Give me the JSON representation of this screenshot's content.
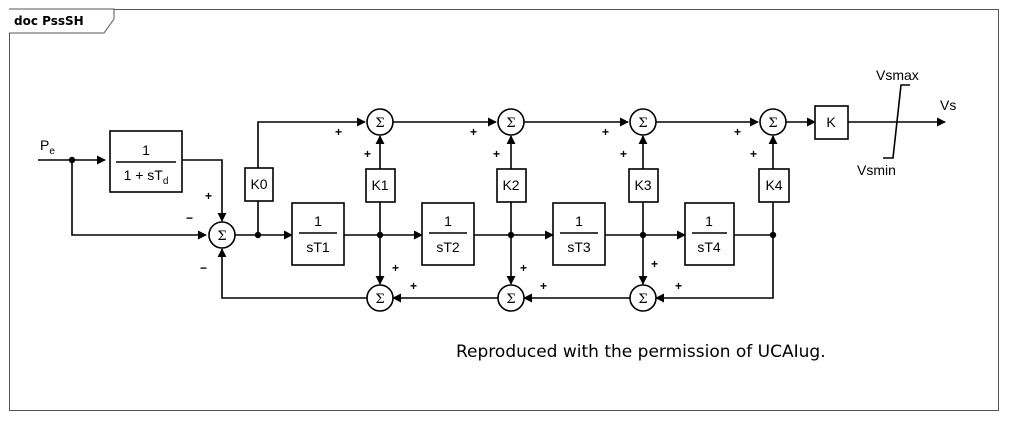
{
  "tab": {
    "title": "doc PssSH"
  },
  "input": {
    "main": "P",
    "sub": "e"
  },
  "output": "Vs",
  "limits": {
    "max": "Vsmax",
    "min": "Vsmin"
  },
  "lead_block": {
    "num": "1",
    "den_pre": "1 + sT",
    "den_sub": "d"
  },
  "integrators": [
    {
      "num": "1",
      "den": "sT1"
    },
    {
      "num": "1",
      "den": "sT2"
    },
    {
      "num": "1",
      "den": "sT3"
    },
    {
      "num": "1",
      "den": "sT4"
    }
  ],
  "gains": [
    "K0",
    "K1",
    "K2",
    "K3",
    "K4"
  ],
  "output_gain": "K",
  "sum_symbol": "Σ",
  "signs": {
    "plus": "+",
    "minus": "−"
  },
  "credit": "Reproduced with the permission of UCAIug."
}
